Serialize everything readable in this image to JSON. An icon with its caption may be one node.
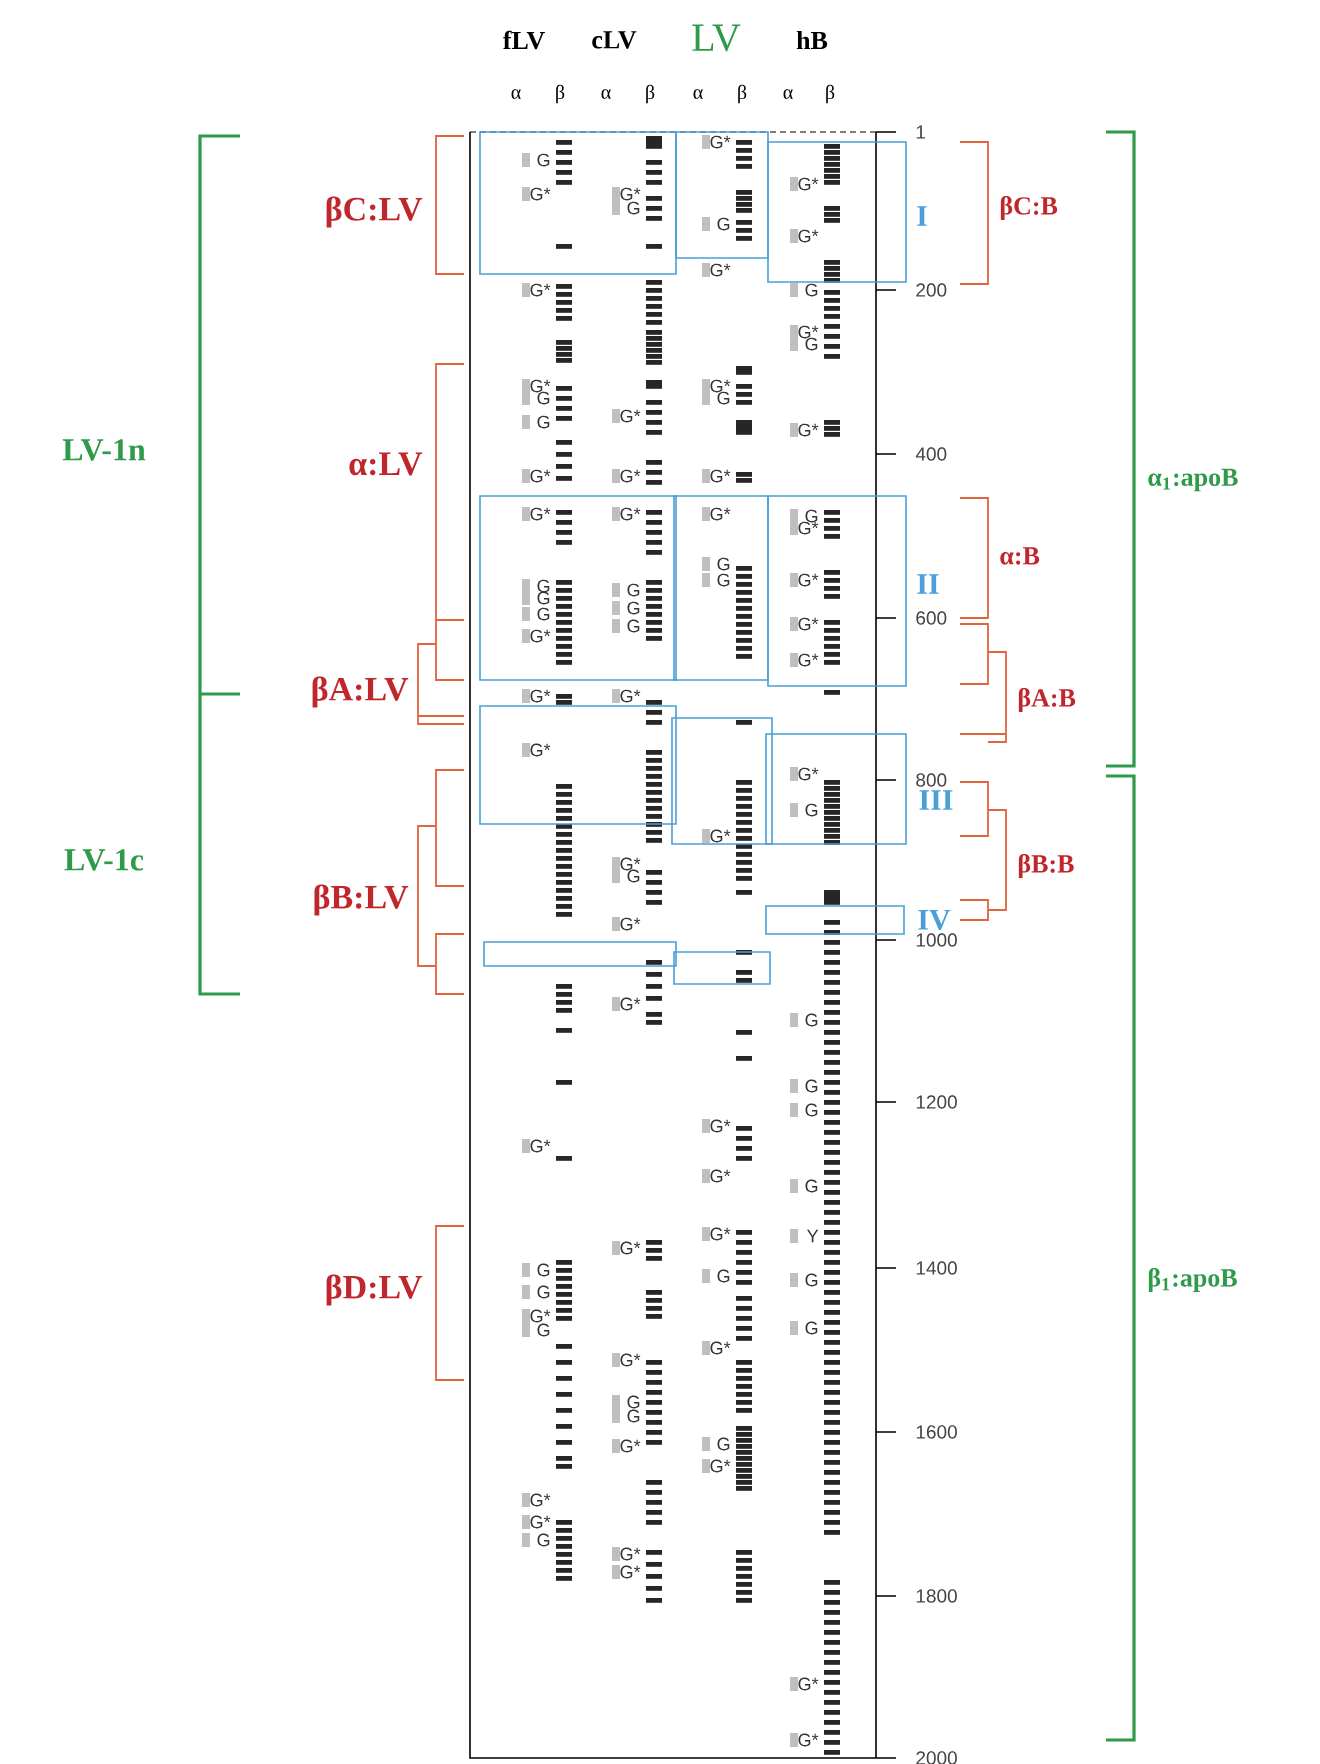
{
  "diagram": {
    "labels": [
      "fLV",
      "cLV",
      "LV",
      "hB",
      "α",
      "β",
      "α",
      "β",
      "α",
      "β",
      "α",
      "β",
      "LV-1n",
      "βC:LV",
      "α:LV",
      "βA:LV",
      "LV-1c",
      "βB:LV",
      "βD:LV",
      "βC:B",
      "I",
      "α:B",
      "II",
      "βA:B",
      "III",
      "βB:B",
      "IV",
      "α$_{1}$:apoB",
      "β$_{1}$:apoB",
      "1",
      "200",
      "400",
      "600",
      "800",
      "1000",
      "1200",
      "1400",
      "1600",
      "1800",
      "2000",
      "G",
      "G*",
      "G*",
      "G*",
      "G",
      "G",
      "G*",
      "G*",
      "G",
      "G",
      "G",
      "G*",
      "G*",
      "G*",
      "G*",
      "G",
      "G",
      "G*",
      "G",
      "G*",
      "G*",
      "G",
      "G*",
      "G",
      "G*",
      "G*",
      "G*",
      "G",
      "G",
      "G",
      "G*",
      "G*",
      "G",
      "G*",
      "G*",
      "G*",
      "G*",
      "G",
      "G",
      "G*",
      "G*",
      "G*",
      "G*",
      "G",
      "G*",
      "G*",
      "G",
      "G*",
      "G*",
      "G",
      "G",
      "G*",
      "G*",
      "G*",
      "G*",
      "G",
      "G*",
      "G",
      "G*",
      "G*",
      "G*",
      "G",
      "G*",
      "G",
      "G*",
      "G",
      "G*",
      "G*",
      "G*",
      "G*",
      "G*",
      "G",
      "G",
      "G",
      "G",
      "G",
      "Y",
      "G",
      "G",
      "G*",
      "G*"
    ]
  }
}
